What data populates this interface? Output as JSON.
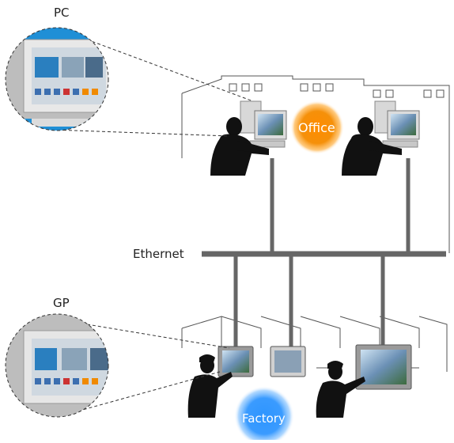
{
  "labels": {
    "pc": "PC",
    "gp": "GP",
    "ethernet": "Ethernet",
    "office": "Office",
    "factory": "Factory"
  },
  "colors": {
    "office_glow": "#f08a00",
    "factory_glow": "#3a9bff",
    "network_line": "#666666",
    "silhouette": "#111111",
    "building_outline": "#555555",
    "zoom_circle_bg": "#bdbdbd",
    "screen_frame_blue": "#1f8fd6"
  },
  "icons": [
    "office-worker-silhouette",
    "desktop-pc-icon",
    "touch-panel-gp-icon",
    "factory-worker-silhouette"
  ]
}
